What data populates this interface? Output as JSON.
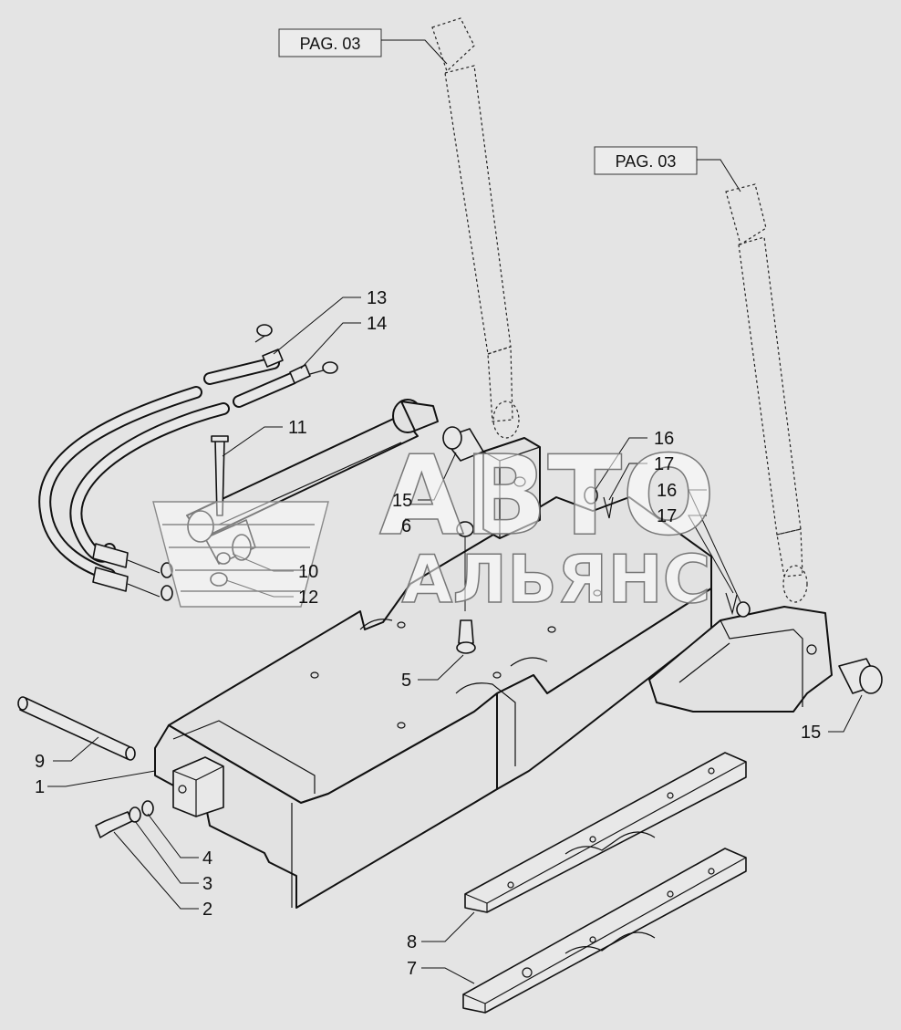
{
  "page_refs": [
    {
      "id": "ref-top",
      "label": "PAG. 03"
    },
    {
      "id": "ref-right",
      "label": "PAG. 03"
    }
  ],
  "callouts": [
    {
      "id": "c13",
      "label": "13"
    },
    {
      "id": "c14",
      "label": "14"
    },
    {
      "id": "c11",
      "label": "11"
    },
    {
      "id": "c10",
      "label": "10"
    },
    {
      "id": "c12",
      "label": "12"
    },
    {
      "id": "c15a",
      "label": "15"
    },
    {
      "id": "c6",
      "label": "6"
    },
    {
      "id": "c5",
      "label": "5"
    },
    {
      "id": "c16a",
      "label": "16"
    },
    {
      "id": "c17a",
      "label": "17"
    },
    {
      "id": "c16b",
      "label": "16"
    },
    {
      "id": "c17b",
      "label": "17"
    },
    {
      "id": "c15b",
      "label": "15"
    },
    {
      "id": "c9",
      "label": "9"
    },
    {
      "id": "c1",
      "label": "1"
    },
    {
      "id": "c4",
      "label": "4"
    },
    {
      "id": "c3",
      "label": "3"
    },
    {
      "id": "c2",
      "label": "2"
    },
    {
      "id": "c8",
      "label": "8"
    },
    {
      "id": "c7",
      "label": "7"
    }
  ],
  "watermark": {
    "line1": "АВТО",
    "line2": "АЛЬЯНС"
  }
}
